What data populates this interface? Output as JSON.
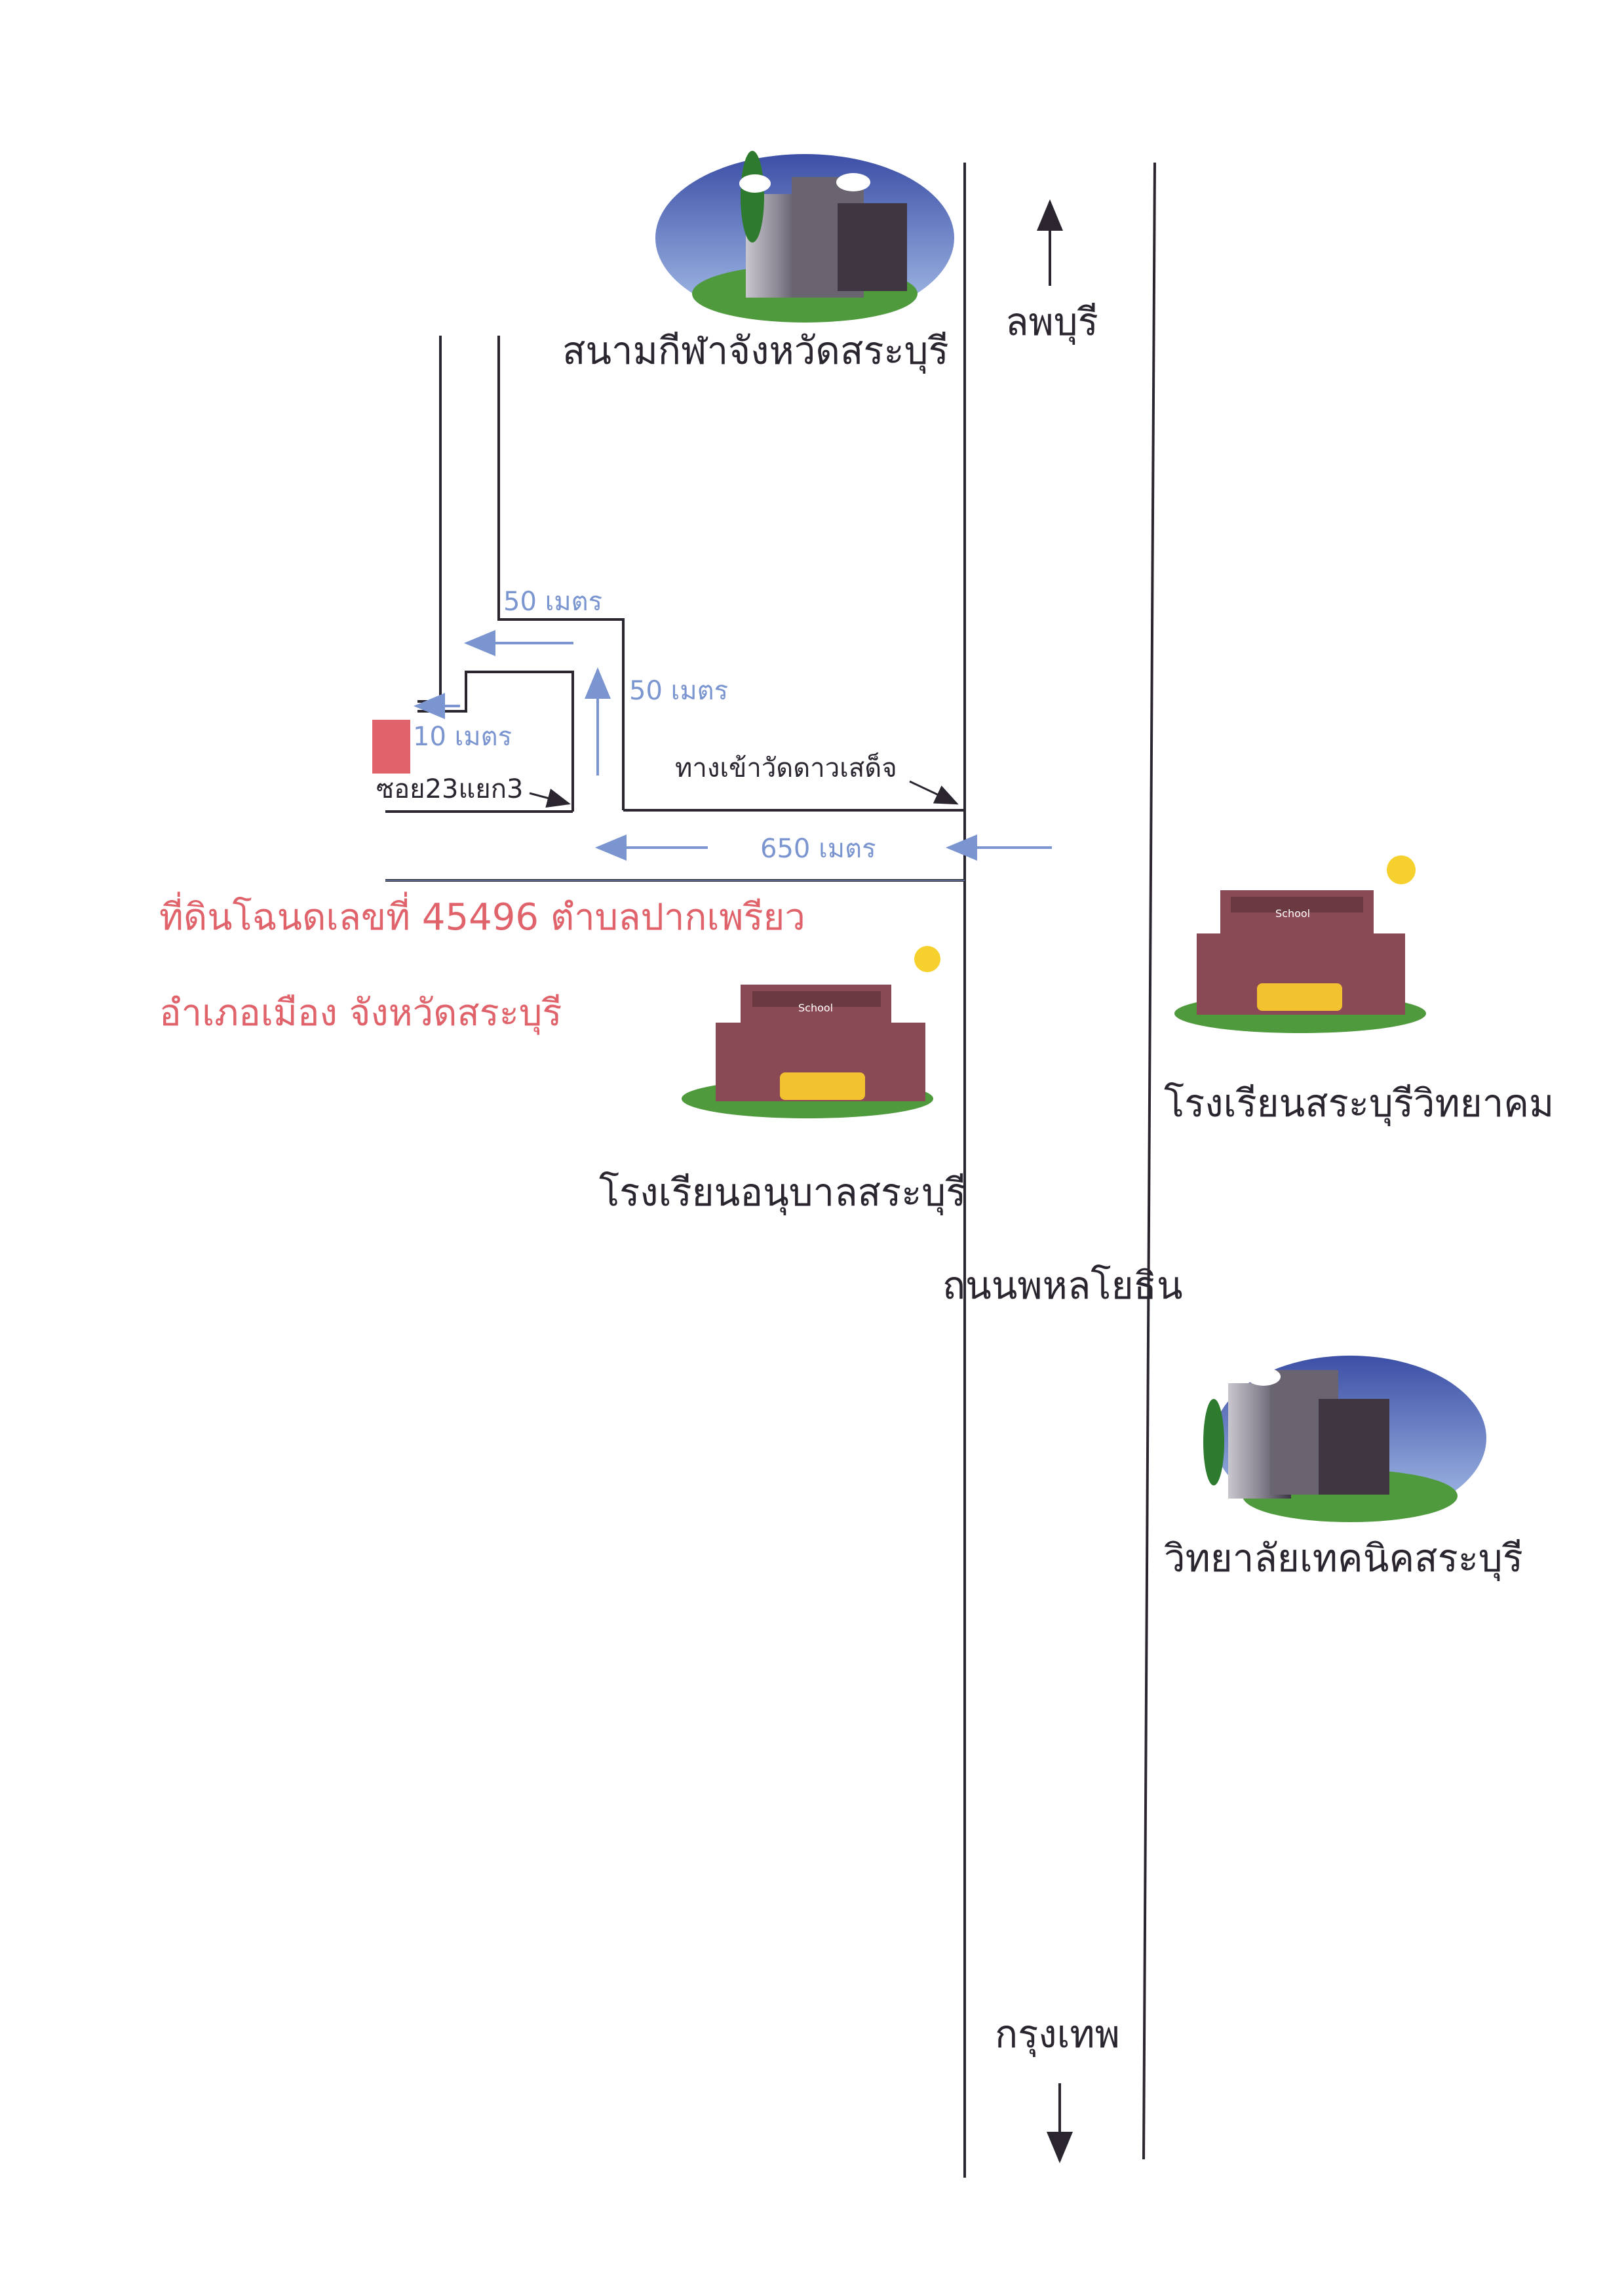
{
  "places": {
    "stadium": "สนามกีฬาจังหวัดสระบุรี",
    "anuban_school": "โรงเรียนอนุบาลสระบุรี",
    "saraburi_wittayakhom": "โรงเรียนสระบุรีวิทยาคม",
    "technical_college": "วิทยาลัยเทคนิคสระบุรี"
  },
  "roads": {
    "main_road": "ถนนพหลโยธิน",
    "north_direction": "ลพบุรี",
    "south_direction": "กรุงเทพ",
    "temple_entrance": "ทางเข้าวัดดาวเสด็จ",
    "soi": "ซอย23แยก3"
  },
  "distances": {
    "d650": "650 เมตร",
    "d50_vertical": "50 เมตร",
    "d50_horizontal": "50 เมตร",
    "d10": "10 เมตร"
  },
  "plot_info": {
    "line1": "ที่ดินโฉนดเลขที่ 45496  ตำบลปากเพรียว",
    "line2": "อำเภอเมือง  จังหวัดสระบุรี"
  },
  "school_sign": "School",
  "icons": [
    "stadium-building-icon",
    "school-building-icon",
    "college-building-icon",
    "sun-icon",
    "school-bus-icon",
    "arrow-up-icon",
    "arrow-down-icon",
    "property-marker"
  ],
  "colors": {
    "road_line": "#2b2530",
    "distance_arrow": "#7a95cf",
    "property": "#e0626a",
    "building": "#8a4a55"
  }
}
